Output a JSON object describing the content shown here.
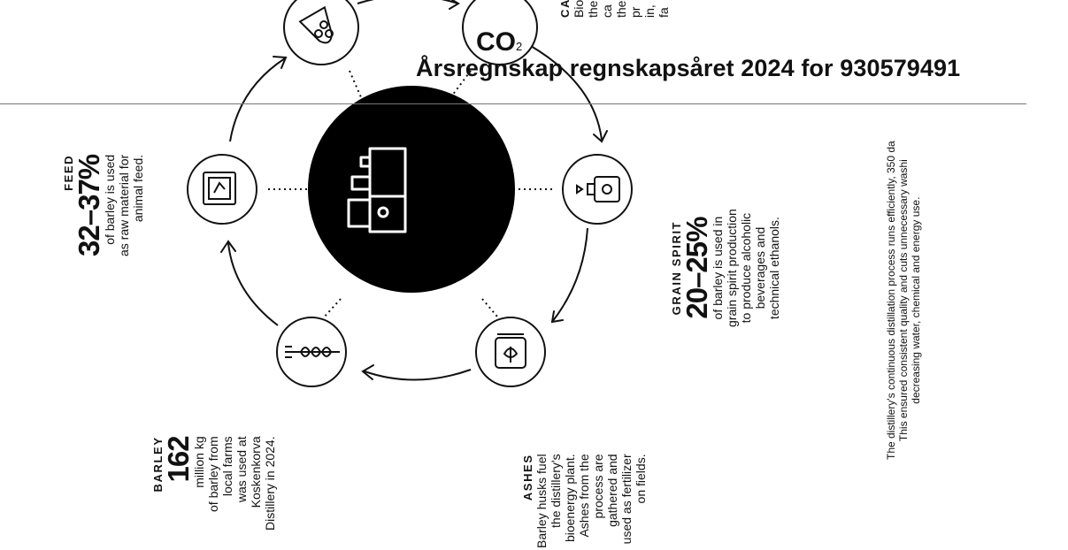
{
  "title": "Årsregnskap regnskapsåret 2024 for 930579491",
  "diagram": {
    "feed": {
      "label": "FEED",
      "value": "32–37%",
      "lines": [
        "of barley is used",
        "as raw material for",
        "animal feed."
      ]
    },
    "barley": {
      "label": "BARLEY",
      "value": "162",
      "lines": [
        "million kg",
        "of barley from",
        "local farms",
        "was used at",
        "Koskenkorva",
        "Distillery in 2024."
      ]
    },
    "ashes": {
      "label": "ASHES",
      "lines": [
        "Barley husks fuel",
        "the distillery's",
        "bioenergy plant.",
        "Ashes from the",
        "process are",
        "gathered and",
        "used as fertilizer",
        "on fields."
      ]
    },
    "grain_spirit": {
      "label": "GRAIN SPIRIT",
      "value": "20–25%",
      "lines": [
        "of barley is used in",
        "grain spirit production",
        "to produce alcoholic",
        "beverages and",
        "technical ethanols."
      ]
    },
    "carbon_dioxide": {
      "label": "CA",
      "lines": [
        "Bio",
        "the",
        "ca",
        "the",
        "pr",
        "in,",
        "fa"
      ]
    },
    "co2_symbol": "CO",
    "co2_subscript": "2",
    "note_lines": [
      "The distillery's continuous distillation process runs efficiently, 350 da",
      "This ensured consistent quality and cuts unnecessary washi",
      "decreasing water, chemical and energy use."
    ]
  }
}
